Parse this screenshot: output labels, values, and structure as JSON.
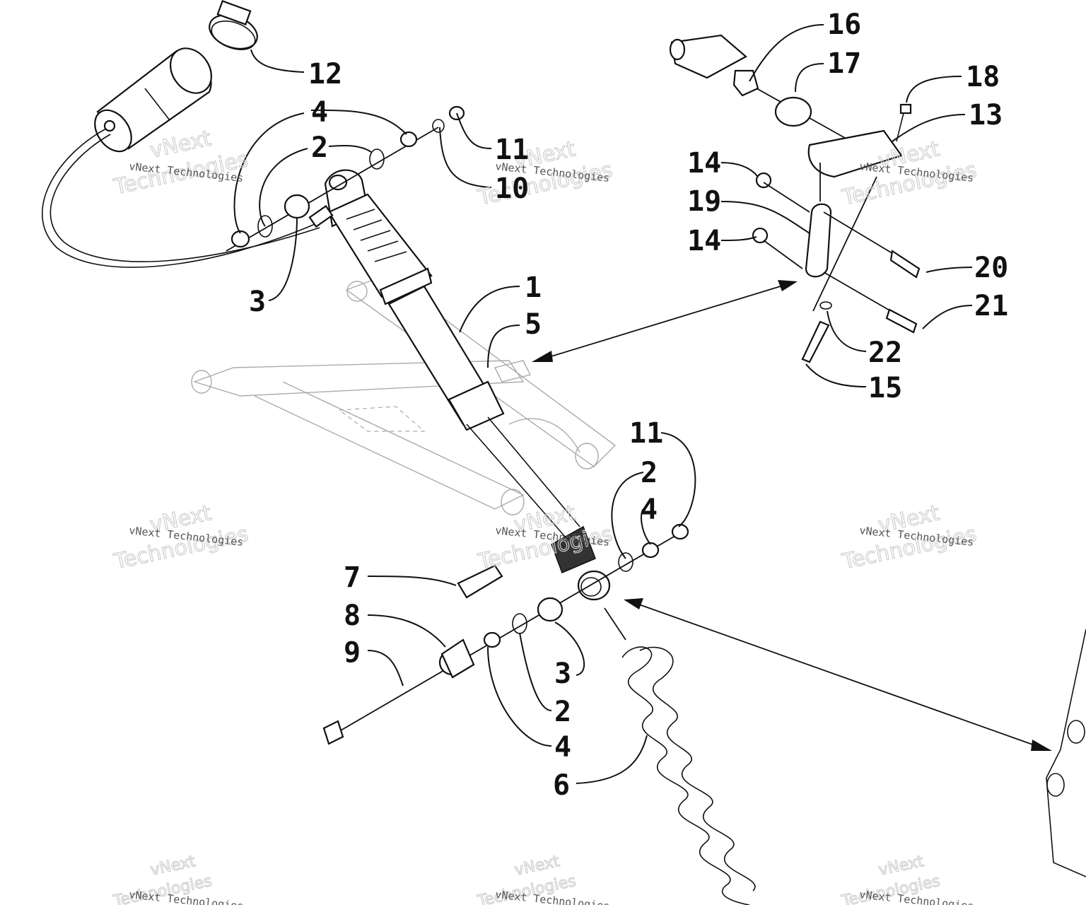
{
  "watermark": {
    "line1": "vNext Technologies",
    "line2": "vNext",
    "line3": "Technologies"
  },
  "callouts": [
    {
      "id": "c12",
      "label": "12"
    },
    {
      "id": "c4a",
      "label": "4"
    },
    {
      "id": "c2a",
      "label": "2"
    },
    {
      "id": "c11a",
      "label": "11"
    },
    {
      "id": "c10",
      "label": "10"
    },
    {
      "id": "c3a",
      "label": "3"
    },
    {
      "id": "c1",
      "label": "1"
    },
    {
      "id": "c5",
      "label": "5"
    },
    {
      "id": "c16",
      "label": "16"
    },
    {
      "id": "c17",
      "label": "17"
    },
    {
      "id": "c18",
      "label": "18"
    },
    {
      "id": "c13",
      "label": "13"
    },
    {
      "id": "c14a",
      "label": "14"
    },
    {
      "id": "c19",
      "label": "19"
    },
    {
      "id": "c14b",
      "label": "14"
    },
    {
      "id": "c20",
      "label": "20"
    },
    {
      "id": "c21",
      "label": "21"
    },
    {
      "id": "c22",
      "label": "22"
    },
    {
      "id": "c15",
      "label": "15"
    },
    {
      "id": "c11b",
      "label": "11"
    },
    {
      "id": "c2b",
      "label": "2"
    },
    {
      "id": "c4b",
      "label": "4"
    },
    {
      "id": "c7",
      "label": "7"
    },
    {
      "id": "c8",
      "label": "8"
    },
    {
      "id": "c9",
      "label": "9"
    },
    {
      "id": "c3b",
      "label": "3"
    },
    {
      "id": "c2c",
      "label": "2"
    },
    {
      "id": "c4c",
      "label": "4"
    },
    {
      "id": "c6",
      "label": "6"
    }
  ]
}
